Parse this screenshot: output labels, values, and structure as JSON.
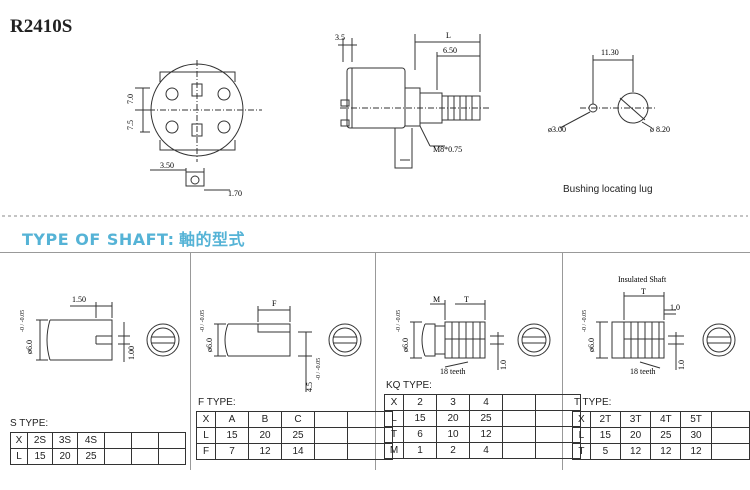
{
  "part_number": "R2410S",
  "top_dims": {
    "d_70": "7.0",
    "d_75": "7.5",
    "d_350": "3.50",
    "d_170": "1.70",
    "d_35": "3.5",
    "d_L": "L",
    "d_650": "6.50",
    "d_m8": "M8*0.75",
    "d_1130": "11.30",
    "d_300": "ø3.00",
    "d_820": "ø 8.20"
  },
  "bushing_caption": "Bushing locating lug",
  "shaft_heading": {
    "en": "TYPE OF SHAFT:",
    "zh": "軸的型式"
  },
  "shaft_dims": {
    "dia": "ø6.0",
    "tol": "-0 / -0.05",
    "s_150": "1.50",
    "s_100": "1.00",
    "f_F": "F",
    "f_45": "4.5",
    "f_45tol": "-0 / -0.05",
    "kq_M": "M",
    "kq_T": "T",
    "kq_teeth": "18 teeth",
    "kq_10": "1.0",
    "t_ins": "Insulated Shaft",
    "t_T": "T",
    "t_10a": "1.0",
    "t_teeth": "18 teeth",
    "t_10b": "1.0"
  },
  "s_type": {
    "label": "S TYPE:",
    "rows": [
      [
        "X",
        "2S",
        "3S",
        "4S",
        "",
        "",
        ""
      ],
      [
        "L",
        "15",
        "20",
        "25",
        "",
        "",
        ""
      ]
    ]
  },
  "f_type": {
    "label": "F TYPE:",
    "rows": [
      [
        "X",
        "A",
        "B",
        "C",
        "",
        ""
      ],
      [
        "L",
        "15",
        "20",
        "25",
        "",
        ""
      ],
      [
        "F",
        "7",
        "12",
        "14",
        "",
        ""
      ]
    ]
  },
  "kq_type": {
    "label": "KQ TYPE:",
    "rows": [
      [
        "X",
        "2",
        "3",
        "4",
        "",
        ""
      ],
      [
        "L",
        "15",
        "20",
        "25",
        "",
        ""
      ],
      [
        "T",
        "6",
        "10",
        "12",
        "",
        ""
      ],
      [
        "M",
        "1",
        "2",
        "4",
        "",
        ""
      ]
    ]
  },
  "t_type": {
    "label": "T TYPE:",
    "rows": [
      [
        "X",
        "2T",
        "3T",
        "4T",
        "5T",
        ""
      ],
      [
        "L",
        "15",
        "20",
        "25",
        "30",
        ""
      ],
      [
        "T",
        "5",
        "12",
        "12",
        "12",
        ""
      ]
    ]
  }
}
